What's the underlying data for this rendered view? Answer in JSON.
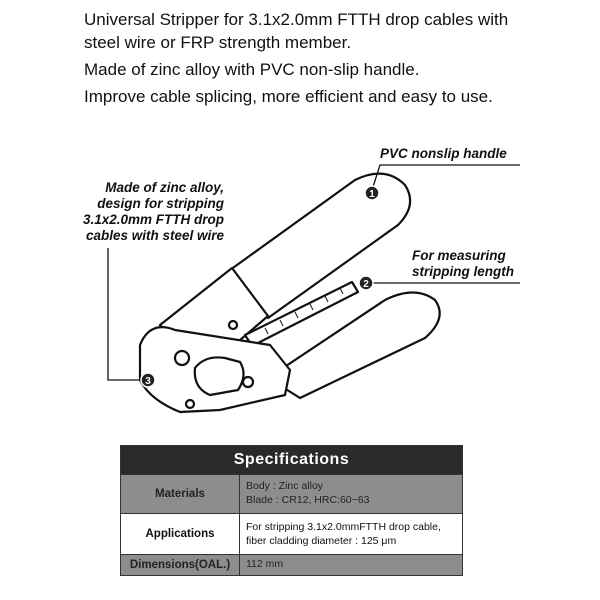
{
  "intro": {
    "line1": "Universal Stripper for 3.1x2.0mm FTTH drop cables with",
    "line2": "steel wire  or FRP strength member.",
    "line3": "Made of zinc alloy with PVC non-slip handle.",
    "line4": "Improve cable splicing, more efficient and easy to use."
  },
  "callouts": {
    "c1": "PVC nonslip handle",
    "c2_line1": "For measuring",
    "c2_line2": "stripping length",
    "c3_line1": "Made of zinc alloy,",
    "c3_line2": "design for stripping",
    "c3_line3": "3.1x2.0mm FTTH drop",
    "c3_line4": "cables with steel wire"
  },
  "markers": {
    "m1": "1",
    "m2": "2",
    "m3": "3"
  },
  "specs": {
    "title": "Specifications",
    "rows": [
      {
        "key": "Materials",
        "value_line1": "Body : Zinc alloy",
        "value_line2": "Blade : CR12, HRC:60~63"
      },
      {
        "key": "Applications",
        "value_line1": "For stripping 3.1x2.0mmFTTH drop cable,",
        "value_line2": "fiber cladding diameter : 125 μm"
      },
      {
        "key": "Dimensions(OAL.)",
        "value_line1": "112 mm"
      }
    ]
  }
}
